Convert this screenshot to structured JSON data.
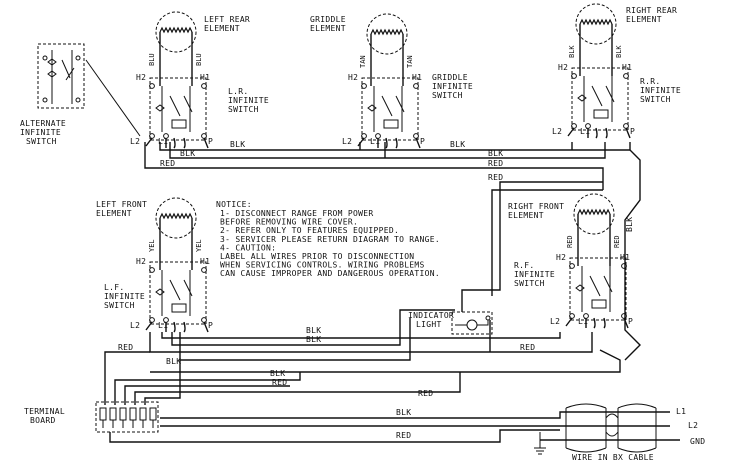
{
  "elements": {
    "left_rear": "LEFT REAR|ELEMENT",
    "griddle": "GRIDDLE|ELEMENT",
    "right_rear": "RIGHT REAR|ELEMENT",
    "left_front": "LEFT FRONT|ELEMENT",
    "right_front": "RIGHT FRONT|ELEMENT"
  },
  "switches": {
    "lr": "L.R.|INFINITE|SWITCH",
    "griddle": "GRIDDLE|INFINITE|SWITCH",
    "rr": "R.R.|INFINITE|SWITCH",
    "lf": "L.F.|INFINITE|SWITCH",
    "rf": "R.F.|INFINITE|SWITCH",
    "alternate": "ALTERNATE|INFINITE|SWITCH"
  },
  "terminals": {
    "h1": "H1",
    "h2": "H2",
    "l1": "L1",
    "l2": "L2",
    "p": "P"
  },
  "wire_colors": {
    "blu": "BLU",
    "tan": "TAN",
    "blk": "BLK",
    "yel": "YEL",
    "red": "RED"
  },
  "notice": {
    "title": "NOTICE:",
    "lines": [
      "1- DISCONNECT RANGE FROM POWER",
      "   BEFORE REMOVING WIRE COVER.",
      "2- REFER ONLY TO FEATURES EQUIPPED.",
      "3- SERVICER PLEASE RETURN DIAGRAM TO RANGE.",
      "4- CAUTION:",
      "   LABEL ALL WIRES PRIOR TO DISCONNECTION",
      "   WHEN SERVICING CONTROLS. WIRING PROBLEMS",
      "   CAN CAUSE IMPROPER AND DANGEROUS OPERATION."
    ]
  },
  "indicator_light": "INDICATOR|LIGHT",
  "terminal_board": "TERMINAL|BOARD",
  "cable": "WIRE IN BX CABLE",
  "supply": {
    "l1": "L1",
    "l2": "L2",
    "gnd": "GND"
  },
  "colors": {
    "ink": "#111111",
    "paper": "#ffffff"
  }
}
